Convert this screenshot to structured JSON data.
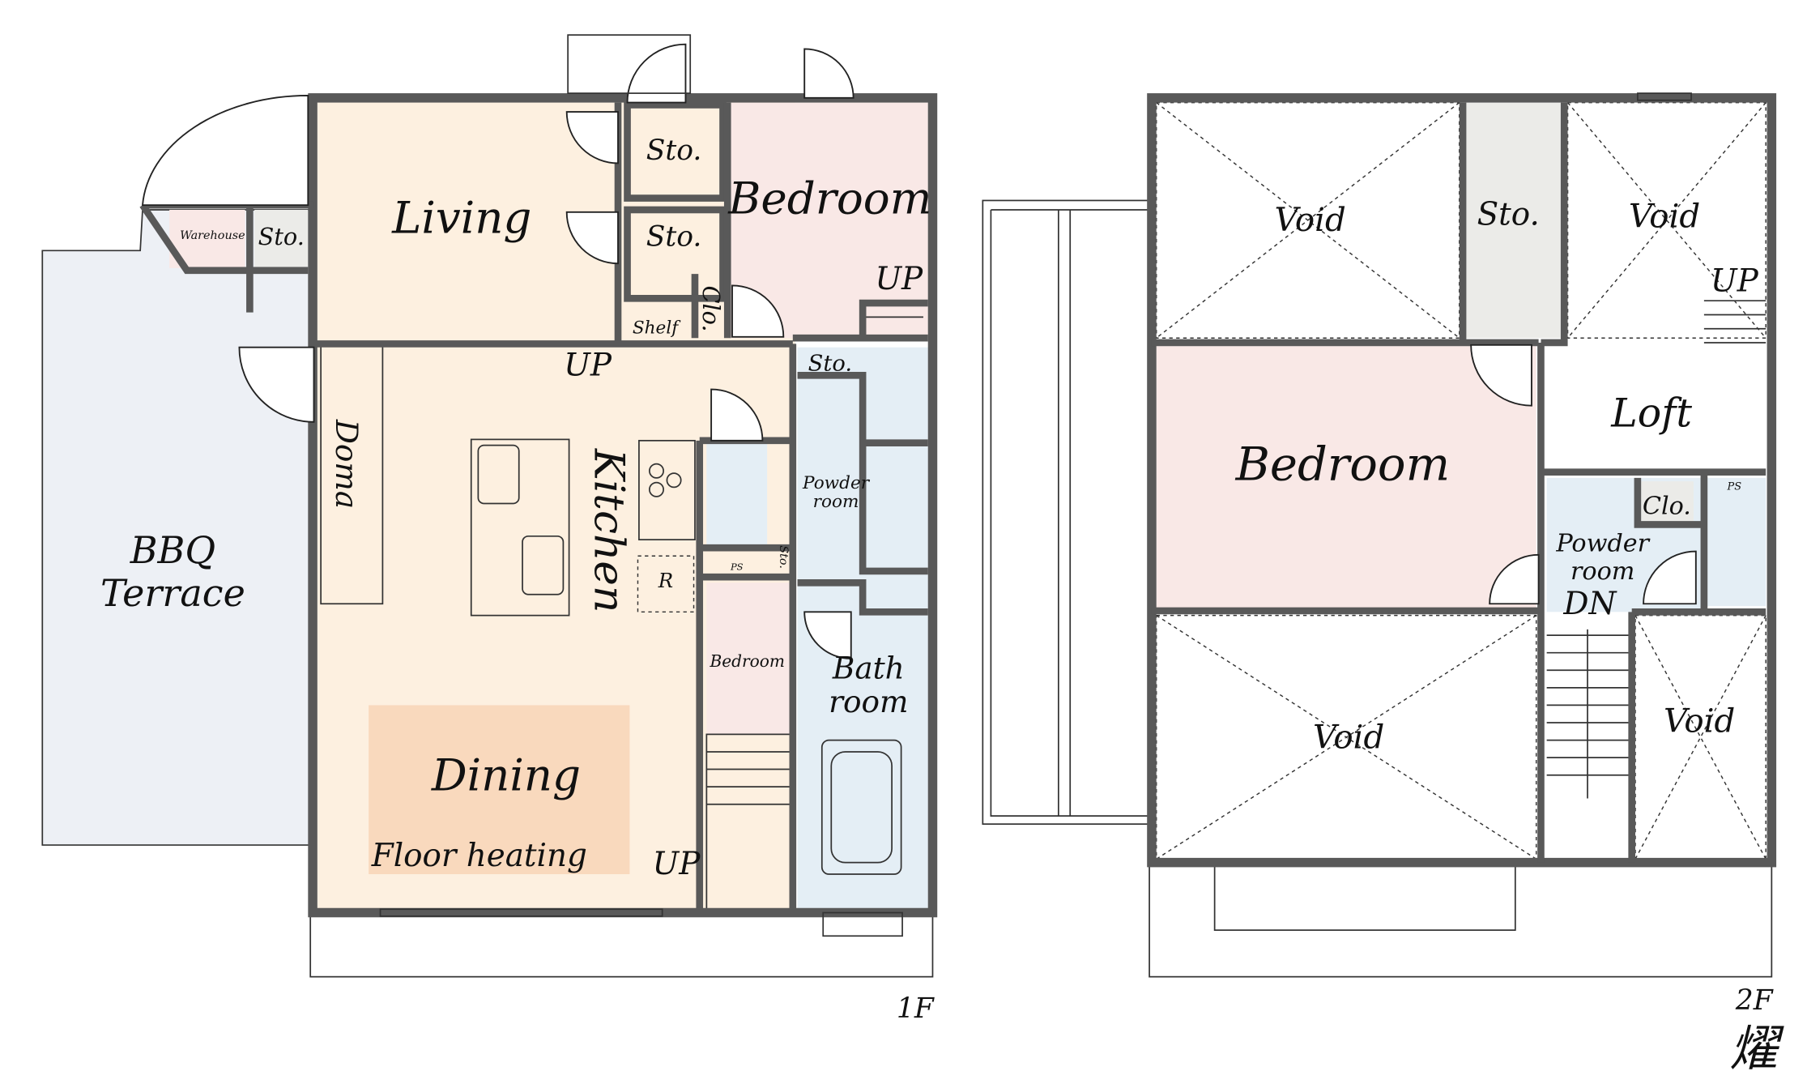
{
  "floor1": {
    "label": "1F",
    "rooms": {
      "living": "Living",
      "bedroom": "Bedroom",
      "sto1": "Sto.",
      "sto2": "Sto.",
      "sto3": "Sto.",
      "sto_small": "Sto.",
      "warehouse": "Warehouse",
      "warehouse_sto": "Sto.",
      "clo": "Clo.",
      "shelf": "Shelf",
      "doma": "Doma",
      "kitchen": "Kitchen",
      "refrigerator": "R",
      "ps": "PS",
      "powder_room_line1": "Powder",
      "powder_room_line2": "room",
      "bedroom_small": "Bedroom",
      "bath_line1": "Bath",
      "bath_line2": "room",
      "dining": "Dining",
      "floor_heating": "Floor heating",
      "bbq_line1": "BBQ",
      "bbq_line2": "Terrace",
      "up_living": "UP",
      "up_bedroom": "UP",
      "up_stairs": "UP"
    }
  },
  "floor2": {
    "label": "2F",
    "rooms": {
      "void1": "Void",
      "void2": "Void",
      "void3": "Void",
      "void4": "Void",
      "sto": "Sto.",
      "up": "UP",
      "bedroom": "Bedroom",
      "loft": "Loft",
      "clo": "Clo.",
      "ps": "PS",
      "powder_room_line1": "Powder",
      "powder_room_line2": "room",
      "dn": "DN"
    }
  },
  "logo": "燿",
  "colors": {
    "wall": "#595959",
    "living": "#fdf0e0",
    "dining_heating": "#f9d9bd",
    "bedroom": "#f9e8e6",
    "storage": "#ebebe8",
    "wet_area": "#e4eef5",
    "terrace": "#edf0f5"
  }
}
